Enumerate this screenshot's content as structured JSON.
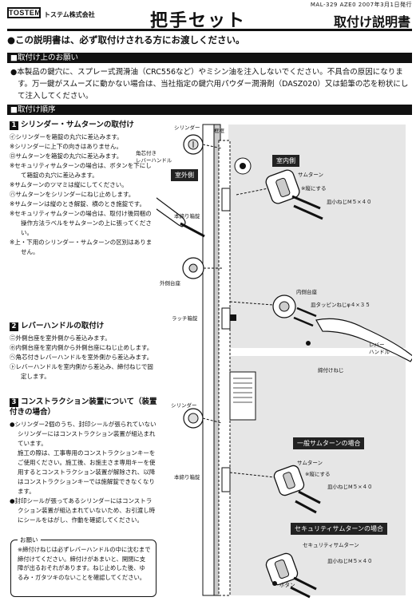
{
  "header": {
    "doc_no": "MAL-329  AZE0  2007年3月1日発行",
    "logo": "TOSTEM",
    "company": "トステム株式会社",
    "title": "把手セット",
    "subtitle": "取付け説明書"
  },
  "notice": "●この説明書は、必ず取付けされる方にお渡しください。",
  "section1": {
    "heading": "■取付け上のお願い",
    "text": "●本製品の鍵穴に、スプレー式潤滑油（CRC556など）やミシン油を注入しないでください。不具合の原因になります。万一鍵がスムーズに動かない場合は、当社指定の鍵穴用パウダー潤滑剤（DASZ020）又は鉛筆の芯を粉状にして注入してください。"
  },
  "section2": {
    "heading": "■取付け順序"
  },
  "step1": {
    "num": "1",
    "title": "シリンダー・サムターンの取付け",
    "items": [
      "㋑シリンダーを箱錠の丸穴に差込みます。",
      "※シリンダーに上下の向きはありません。",
      "㋺サムターンを箱錠の丸穴に差込みます。",
      "※セキュリティサムターンの場合は、ボタンを下にして箱錠の丸穴に差込みます。",
      "※サムターンのツマミは縦にしてください。",
      "㋩サムターンをシリンダーにねじ止めします。",
      "※サムターンは縦のとき解錠、横のとき施錠です。",
      "※セキュリティサムターンの場合は、取付け後同梱の操作方法ラベルをサムターンの上に張ってください。",
      "※上・下用のシリンダー・サムターンの区別はありません。"
    ]
  },
  "step2": {
    "num": "2",
    "title": "レバーハンドルの取付け",
    "items": [
      "㋥外側台座を室外側から差込みます。",
      "㋭内側台座を室内側から外側台座にねじ止めします。",
      "㋬角芯付きレバーハンドルを室外側から差込みます。",
      "㋣レバーハンドルを室内側から差込み、締付ねじで固定します。"
    ]
  },
  "step3": {
    "num": "3",
    "title": "コンストラクション装置について（装置付きの場合）",
    "items": [
      "●シリンダー2個のうち、封印シールが張られていないシリンダーにはコンストラクション装置が組込まれています。",
      "施工の際は、工事専用のコンストラクションキーをご使用ください。施工後、お施主さま専用キーを使用するとコンストラクション装置が解除され、以降はコンストラクションキーでは施解錠できなくなります。",
      "●封印シールが張ってあるシリンダーにはコンストラクション装置が組込まれていないため、お引渡し時にシールをはがし、作動を確認してください。"
    ]
  },
  "note": {
    "title": "お願い",
    "text": "※締付けねじは必ずレバーハンドルの中に沈むまで締付けてください。締付けがあまいと、開閉に支障が出るおそれがあります。ねじ止めした後、ゆるみ・ガタツキのないことを確認してください。"
  },
  "diagram": {
    "labels": {
      "cylinder1": "シリンダー",
      "door": "框框",
      "lever_square": "角芯付き\nレバーハンドル",
      "outdoor": "室外側",
      "indoor": "室内側",
      "thumbturn": "サムターン",
      "vertical": "※縦にする",
      "screw_m5": "皿小ねじM５×４０",
      "lockcase": "本締り箱錠",
      "outer_base": "外側台座",
      "inner_base": "内側台座",
      "tapping": "皿タッピンねじφ４×３５",
      "latch": "ラッチ箱錠",
      "lever": "レバー\nハンドル",
      "set_screw": "締付けねじ",
      "cylinder2": "シリンダー",
      "lockcase2": "本締り箱錠",
      "general_head": "一般サムターンの場合",
      "thumbturn2": "サムターン",
      "vertical2": "※縦にする",
      "screw2": "皿小ねじM５×４０",
      "security_head": "セキュリティサムターンの場合",
      "sec_thumbturn": "セキュリティサムターン",
      "screw3": "皿小ねじM５×４０",
      "button": "ボタン"
    }
  }
}
